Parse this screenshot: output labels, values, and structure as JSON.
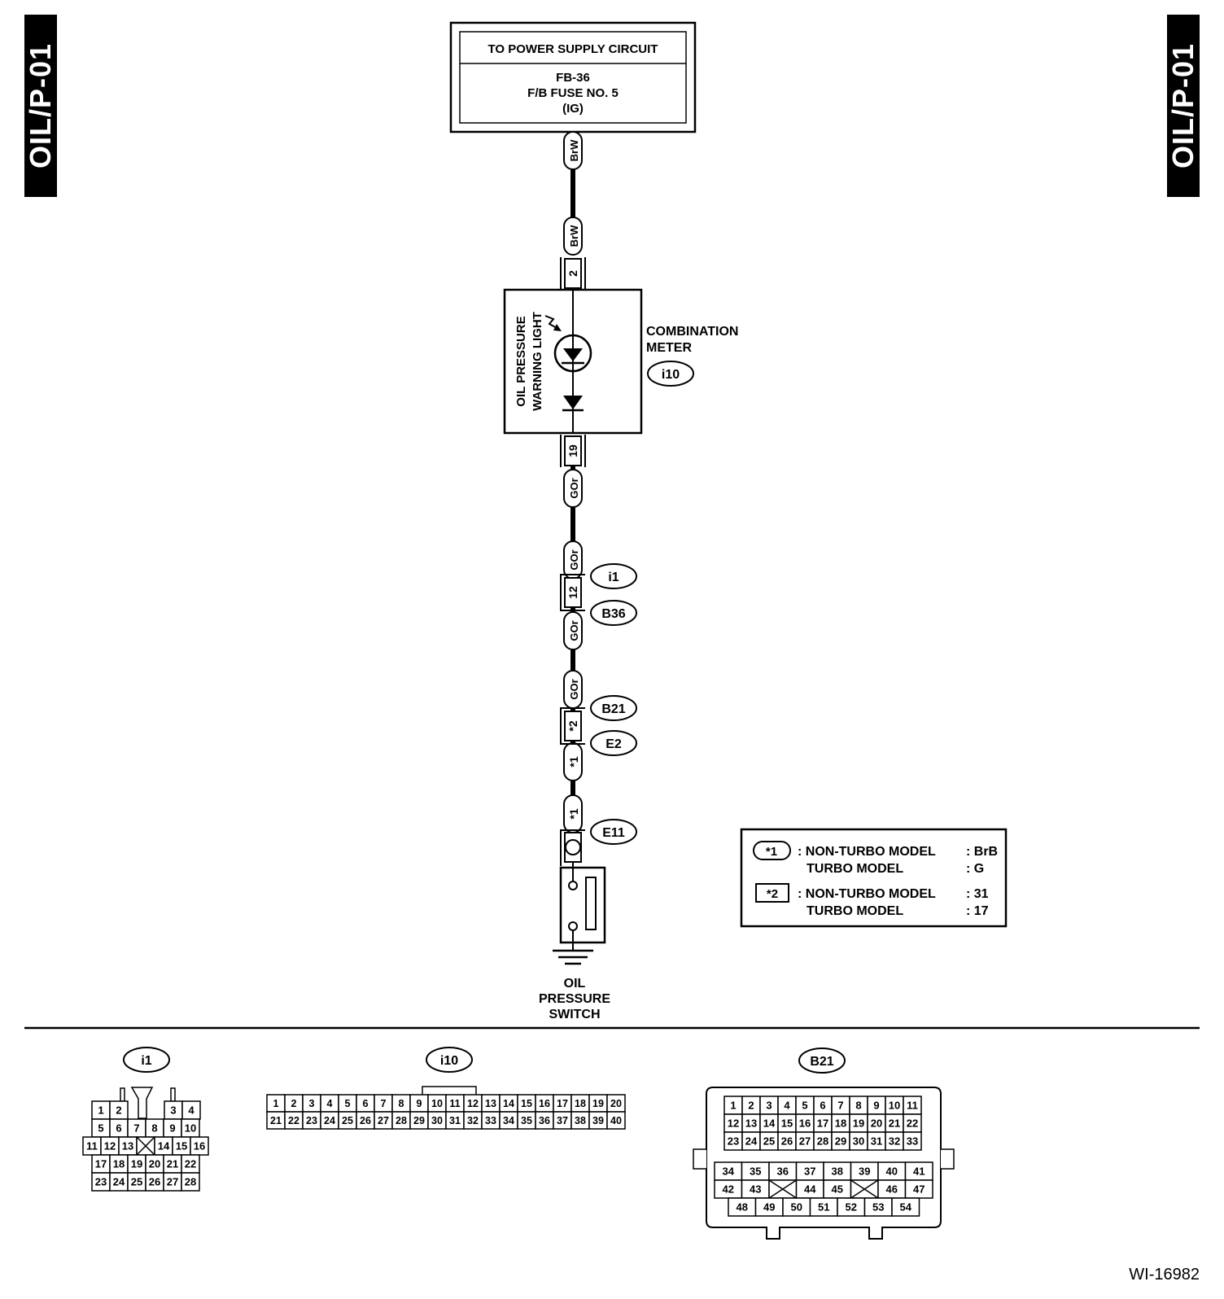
{
  "side_tabs": {
    "left": "OIL/P-01",
    "right": "OIL/P-01"
  },
  "power_box": {
    "title": "TO POWER SUPPLY CIRCUIT",
    "lines": [
      "FB-36",
      "F/B FUSE NO. 5",
      "(IG)"
    ]
  },
  "wire_colors": {
    "brw": "BrW",
    "gor": "GOr"
  },
  "pins": {
    "meter_in": "2",
    "meter_out": "19",
    "i1_pin": "12",
    "b21_pin": "*2",
    "e2_pin": "*1",
    "e11_pin": "*1"
  },
  "meter": {
    "name_line1": "COMBINATION",
    "name_line2": "METER",
    "connector": "i10",
    "lamp_line1": "OIL PRESSURE",
    "lamp_line2": "WARNING LIGHT"
  },
  "connector_tags": {
    "i1": "i1",
    "b36": "B36",
    "b21": "B21",
    "e2": "E2",
    "e11": "E11"
  },
  "switch": {
    "line1": "OIL",
    "line2": "PRESSURE",
    "line3": "SWITCH"
  },
  "legend": [
    {
      "key": "*1",
      "r1_label": ": NON-TURBO MODEL",
      "r1_value": ": BrB",
      "r2_label": "TURBO MODEL",
      "r2_value": ": G"
    },
    {
      "key": "*2",
      "r1_label": ": NON-TURBO MODEL",
      "r1_value": ": 31",
      "r2_label": "TURBO MODEL",
      "r2_value": ": 17"
    }
  ],
  "connector_views": {
    "i1": {
      "label": "i1",
      "rows": [
        [
          "1",
          "2",
          "3",
          "4"
        ],
        [
          "5",
          "6",
          "7",
          "8",
          "9",
          "10"
        ],
        [
          "11",
          "12",
          "13",
          "14",
          "15",
          "16"
        ],
        [
          "17",
          "18",
          "19",
          "20",
          "21",
          "22"
        ],
        [
          "23",
          "24",
          "25",
          "26",
          "27",
          "28"
        ]
      ]
    },
    "i10": {
      "label": "i10",
      "rows": [
        [
          "1",
          "2",
          "3",
          "4",
          "5",
          "6",
          "7",
          "8",
          "9",
          "10",
          "11",
          "12",
          "13",
          "14",
          "15",
          "16",
          "17",
          "18",
          "19",
          "20"
        ],
        [
          "21",
          "22",
          "23",
          "24",
          "25",
          "26",
          "27",
          "28",
          "29",
          "30",
          "31",
          "32",
          "33",
          "34",
          "35",
          "36",
          "37",
          "38",
          "39",
          "40"
        ]
      ]
    },
    "b21": {
      "label": "B21",
      "rows": [
        [
          "1",
          "2",
          "3",
          "4",
          "5",
          "6",
          "7",
          "8",
          "9",
          "10",
          "11"
        ],
        [
          "12",
          "13",
          "14",
          "15",
          "16",
          "17",
          "18",
          "19",
          "20",
          "21",
          "22"
        ],
        [
          "23",
          "24",
          "25",
          "26",
          "27",
          "28",
          "29",
          "30",
          "31",
          "32",
          "33"
        ],
        [
          "34",
          "35",
          "36",
          "37",
          "38",
          "39",
          "40",
          "41"
        ],
        [
          "42",
          "43",
          "44",
          "45",
          "46",
          "47"
        ],
        [
          "48",
          "49",
          "50",
          "51",
          "52",
          "53",
          "54"
        ]
      ]
    }
  },
  "doc_id": "WI-16982"
}
